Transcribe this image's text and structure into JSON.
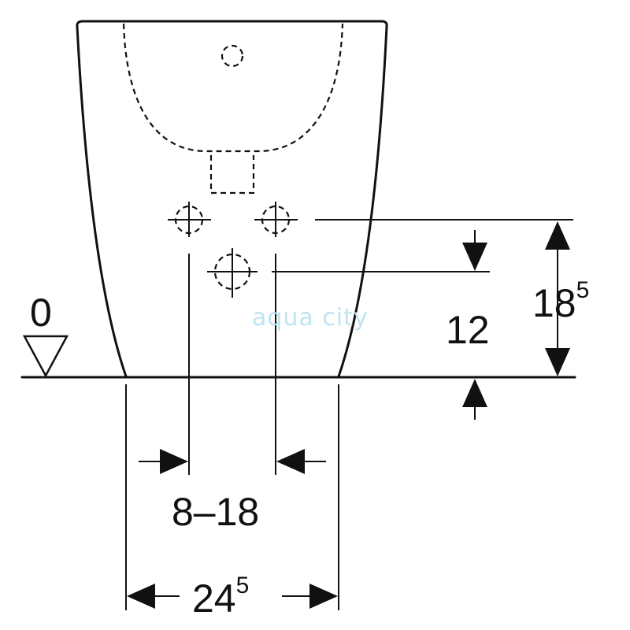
{
  "diagram": {
    "level_label": "0",
    "dim_vertical_height": {
      "base": "18",
      "sup": "5"
    },
    "dim_inlet_height": "12",
    "dim_inlet_spacing": "8–18",
    "dim_base_width": {
      "base": "24",
      "sup": "5"
    },
    "watermark": "aqua city"
  }
}
